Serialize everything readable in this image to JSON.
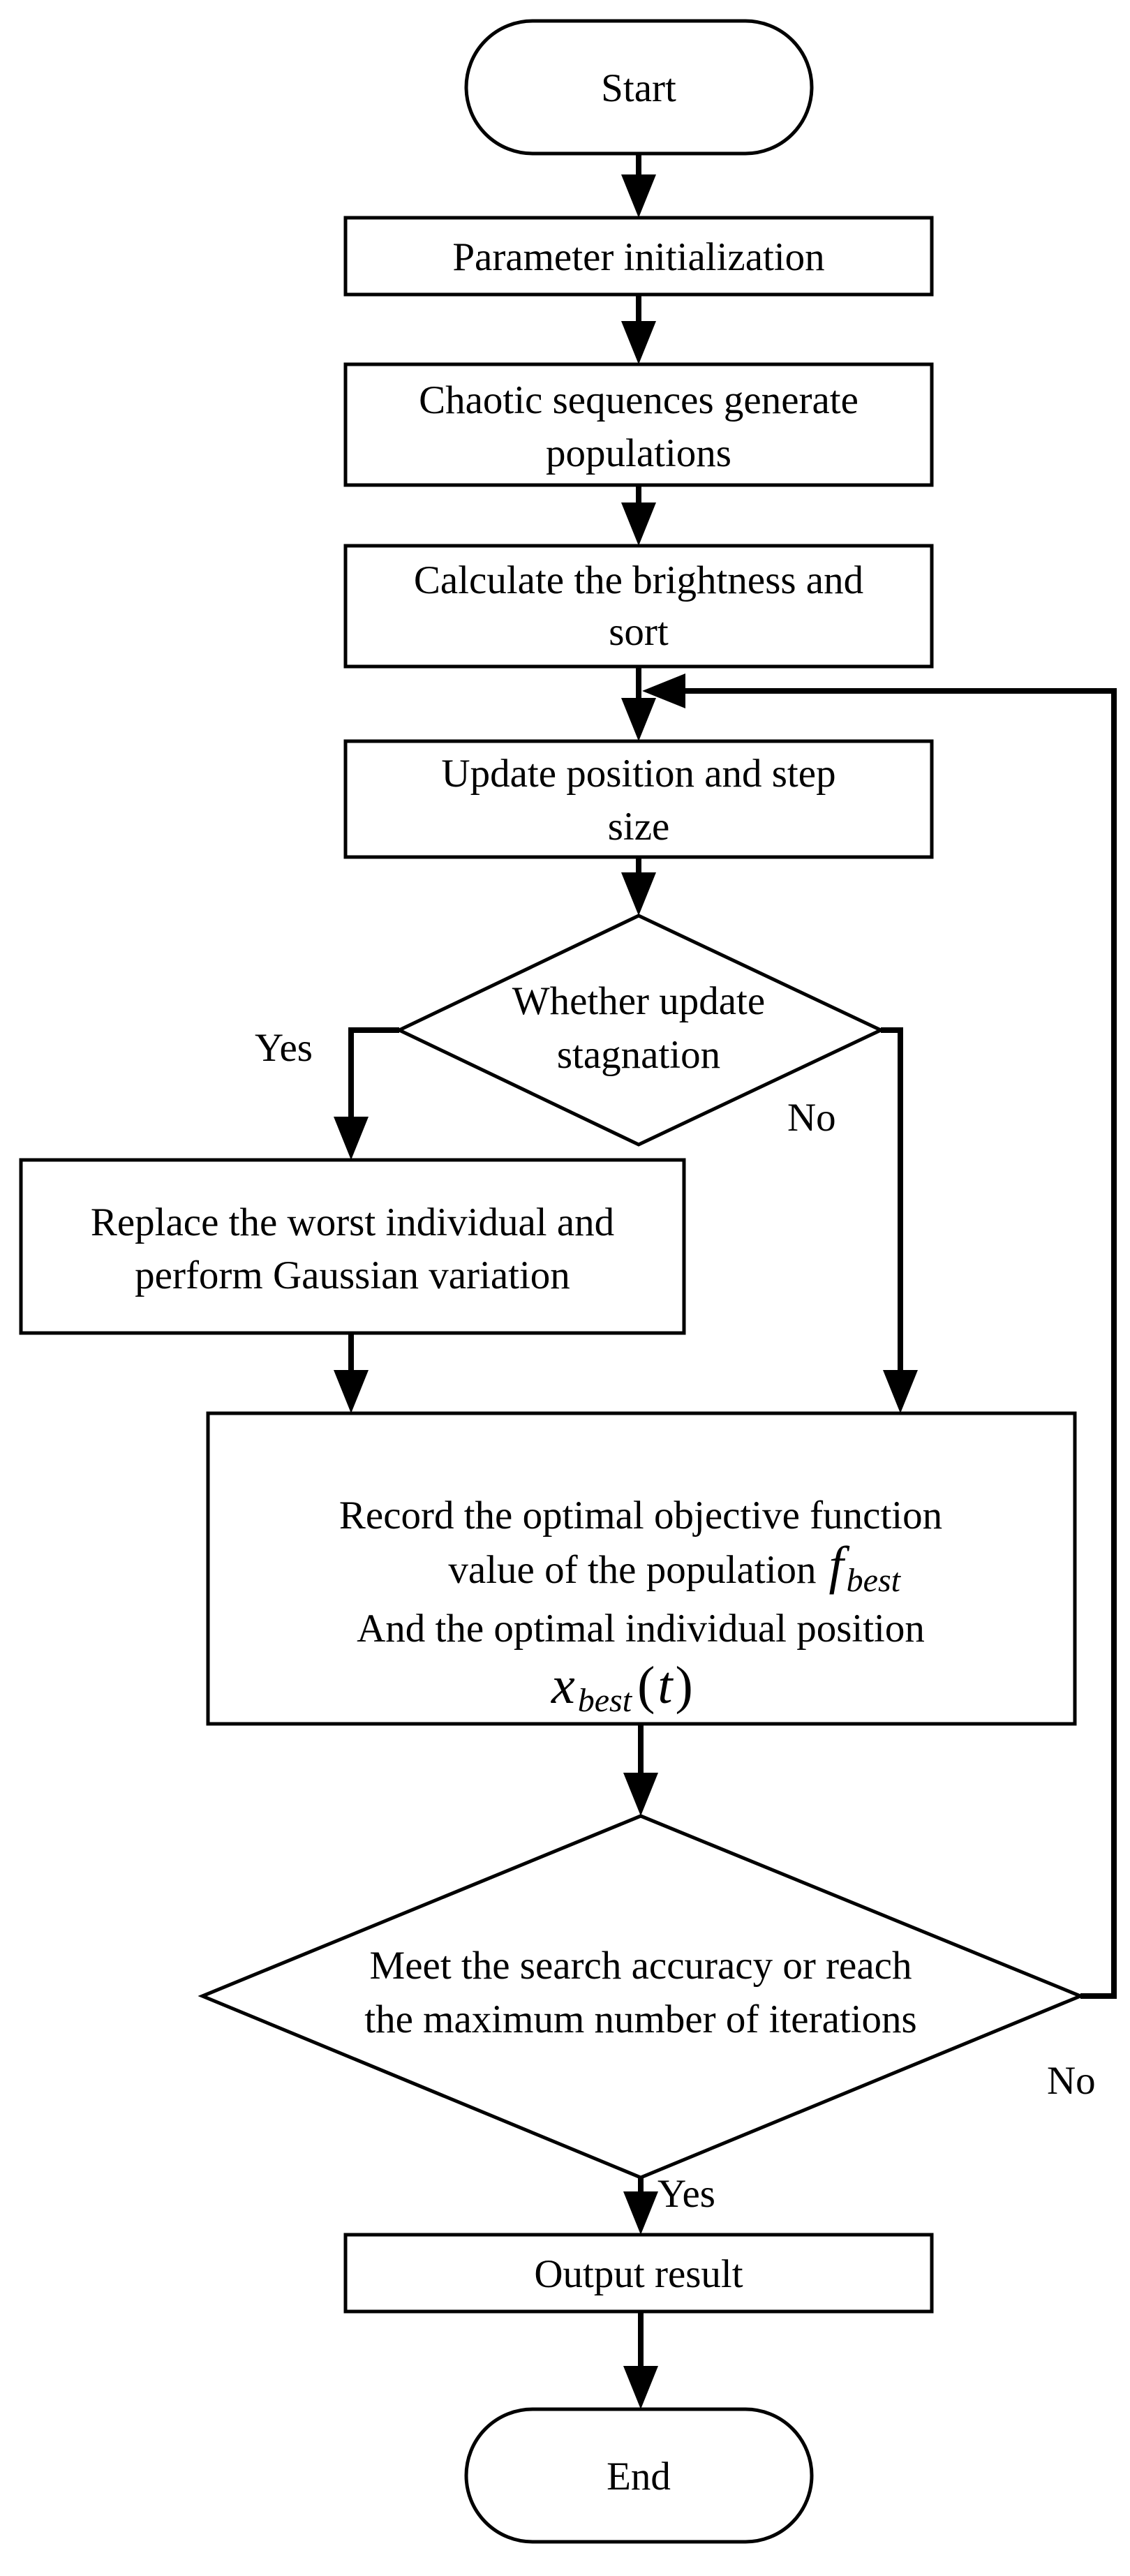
{
  "nodes": {
    "start": "Start",
    "init": "Parameter initialization",
    "chaotic": [
      "Chaotic sequences generate",
      "populations"
    ],
    "brightness": [
      "Calculate the brightness and",
      "sort"
    ],
    "update": [
      "Update position and step",
      "size"
    ],
    "stagnation": [
      "Whether update",
      "stagnation"
    ],
    "replace": [
      "Replace the worst individual and",
      "perform Gaussian variation"
    ],
    "record": {
      "line1": "Record the optimal objective function",
      "line2": "value of the population",
      "f_sym": "f",
      "f_sub": "best",
      "line3": "And the optimal individual position",
      "x_sym": "x",
      "x_sub": "best",
      "x_open": "(",
      "x_arg": "t",
      "x_close": ")"
    },
    "accuracy": [
      "Meet the search accuracy or reach",
      "the maximum number of iterations"
    ],
    "output": "Output result",
    "end": "End"
  },
  "edge_labels": {
    "stagnation_yes": "Yes",
    "stagnation_no": "No",
    "accuracy_no": "No",
    "accuracy_yes": "Yes"
  }
}
